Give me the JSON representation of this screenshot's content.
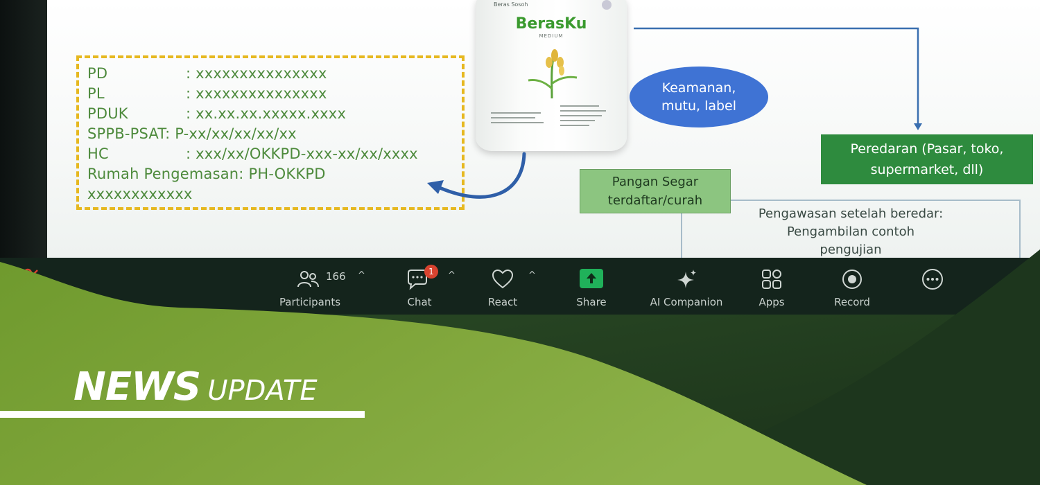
{
  "slide": {
    "info_rows": [
      {
        "key": "PD",
        "value": ": xxxxxxxxxxxxxxx"
      },
      {
        "key": "PL",
        "value": ": xxxxxxxxxxxxxxx"
      },
      {
        "key": "PDUK",
        "value": ": xx.xx.xx.xxxxx.xxxx"
      },
      {
        "key": "SPPB-PSAT:",
        "value": " P-xx/xx/xx/xx/xx"
      },
      {
        "key": "HC",
        "value": ": xxx/xx/OKKPD-xxx-xx/xx/xxxx"
      },
      {
        "key": "Rumah Pengemasan:",
        "value": " PH-OKKPD"
      },
      {
        "key": "xxxxxxxxxxxx",
        "value": ""
      }
    ],
    "bag": {
      "top_label": "Beras Sosoh",
      "brand": "BerasKu",
      "sub": "MEDIUM"
    },
    "ellipse_text": "Keamanan, mutu, label",
    "peredaran_text": "Peredaran (Pasar, toko, supermarket, dll)",
    "pangan_text": "Pangan Segar terdaftar/curah",
    "pengawasan_lines": [
      "Pengawasan setelah beredar:",
      "Pengambilan contoh",
      "pengujian"
    ]
  },
  "toolbar": {
    "participants_label": "Participants",
    "participants_count": "166",
    "chat_label": "Chat",
    "chat_badge": "1",
    "react_label": "React",
    "share_label": "Share",
    "ai_label": "AI Companion",
    "apps_label": "Apps",
    "record_label": "Record",
    "caret": "^"
  },
  "banner": {
    "news": "NEWS",
    "update": "UPDATE"
  },
  "colors": {
    "wave_light_green": "#7fa53a",
    "wave_dark_green": "#1f3a20",
    "toolbar_bg": "#14241c",
    "info_text_green": "#4d8a3c",
    "dash_yellow": "#e6b820",
    "ellipse_blue": "#3f73d4",
    "box_dark_green": "#2e8b3e",
    "box_light_green": "#8cc580",
    "share_green": "#20b15a",
    "badge_red": "#d9432f"
  },
  "icons": {
    "participants": "people-icon",
    "chat": "chat-bubble-icon",
    "react": "heart-icon",
    "share": "share-up-arrow-icon",
    "ai": "sparkle-icon",
    "apps": "apps-grid-icon",
    "record": "record-circle-icon",
    "more": "more-dots-icon",
    "mute": "muted-mic-icon"
  }
}
